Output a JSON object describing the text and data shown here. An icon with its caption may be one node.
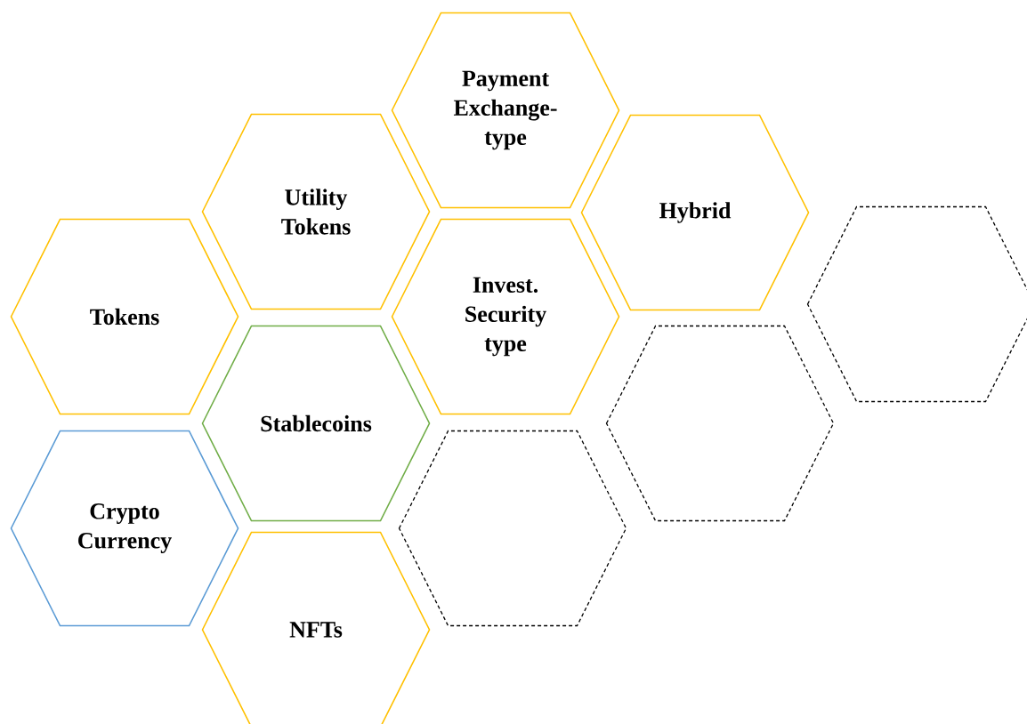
{
  "diagram": {
    "nodes": [
      {
        "text": [
          "Payment Exchange-type"
        ]
      },
      {
        "text": [
          "Utility Tokens"
        ]
      },
      {
        "text": [
          "Hybrid"
        ]
      },
      {
        "text": [],
        "shape": "hexagon"
      },
      {
        "text": [
          "Tokens"
        ]
      },
      {
        "text": [
          "Invest. Security type"
        ]
      },
      {
        "text": [
          "Stablecoins"
        ]
      },
      {
        "text": [],
        "shape": "hexagon"
      },
      {
        "text": [
          "Crypto Currency"
        ]
      },
      {
        "text": [],
        "shape": "hexagon"
      },
      {
        "text": [
          "NFTs"
        ]
      }
    ]
  }
}
